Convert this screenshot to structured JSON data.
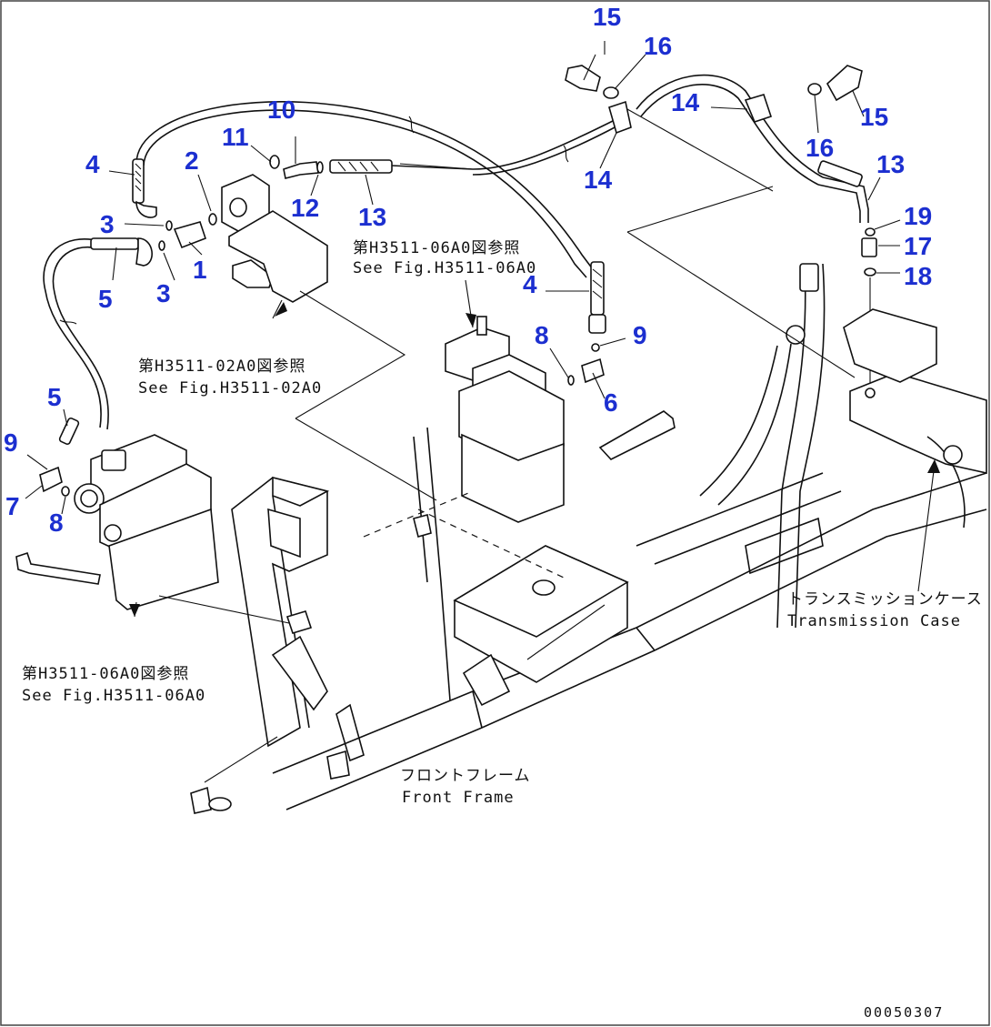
{
  "diagram": {
    "part_numbers": [
      "1",
      "2",
      "3",
      "3",
      "4",
      "4",
      "5",
      "5",
      "6",
      "7",
      "8",
      "8",
      "9",
      "9",
      "10",
      "11",
      "12",
      "13",
      "13",
      "14",
      "14",
      "15",
      "15",
      "16",
      "16",
      "17",
      "18",
      "19"
    ],
    "references": {
      "ref_top_jp": "第H3511-06A0図参照",
      "ref_top_en": "See Fig.H3511-06A0",
      "ref_mid_jp": "第H3511-02A0図参照",
      "ref_mid_en": "See Fig.H3511-02A0",
      "ref_left_jp": "第H3511-06A0図参照",
      "ref_left_en": "See Fig.H3511-06A0"
    },
    "labels": {
      "transmission_jp": "トランスミッションケース",
      "transmission_en": "Transmission Case",
      "front_frame_jp": "フロントフレーム",
      "front_frame_en": "Front Frame"
    },
    "drawing_code": "00050307"
  },
  "colors": {
    "callout": "#1c2fd0",
    "line": "#111111",
    "background": "#ffffff"
  }
}
